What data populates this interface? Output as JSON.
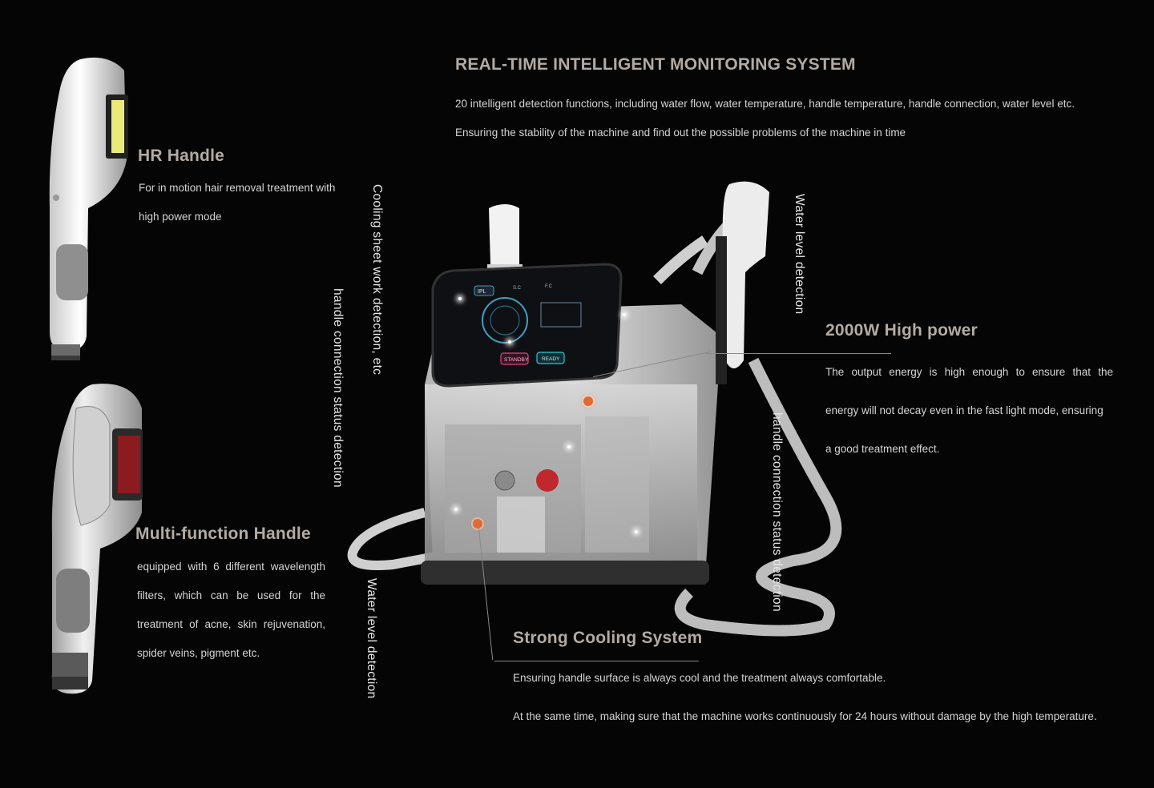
{
  "monitoring": {
    "title": "REAL-TIME INTELLIGENT MONITORING SYSTEM",
    "line1": "20 intelligent detection functions, including water flow, water temperature, handle temperature, handle connection, water level etc.",
    "line2": "Ensuring the stability of the machine and find out the possible problems of the machine in time"
  },
  "hr_handle": {
    "title": "HR Handle",
    "line1": "For in motion hair removal treatment with",
    "line2": "high power mode"
  },
  "multi_handle": {
    "title": "Multi-function Handle",
    "lines": [
      "equipped with 6 different wavelength",
      "filters, which can be used for the",
      "treatment of acne, skin rejuvenation,",
      "spider veins, pigment etc."
    ]
  },
  "power": {
    "title": "2000W High power",
    "lines": [
      "The output energy is high enough to ensure that the",
      "energy will not decay even in the fast light mode, ensuring",
      "a good treatment effect."
    ]
  },
  "cooling": {
    "title": "Strong Cooling System",
    "line1": "Ensuring handle surface is always cool and the treatment always comfortable.",
    "line2": "At the same time, making sure that the machine works continuously for 24 hours without damage by the high temperature."
  },
  "vertical_labels": {
    "cooling_sheet": "Cooling sheet work detection, etc",
    "handle_connection_left": "handle connection status detection",
    "water_level_left": "Water level detection",
    "water_level_right": "Water level detection",
    "handle_connection_right": "handle connection status detection"
  },
  "screen": {
    "mode": "IPL",
    "tab_sc": "S.C",
    "tab_fc": "F.C",
    "standby": "STANDBY",
    "ready": "READY"
  },
  "colors": {
    "background": "#050505",
    "heading": "#b3aaa3",
    "text": "#d4d4d4",
    "dot": "#e06a32",
    "standby": "#e0457a",
    "ready": "#2fc7d6",
    "screen_accent": "#4fc3e8"
  }
}
